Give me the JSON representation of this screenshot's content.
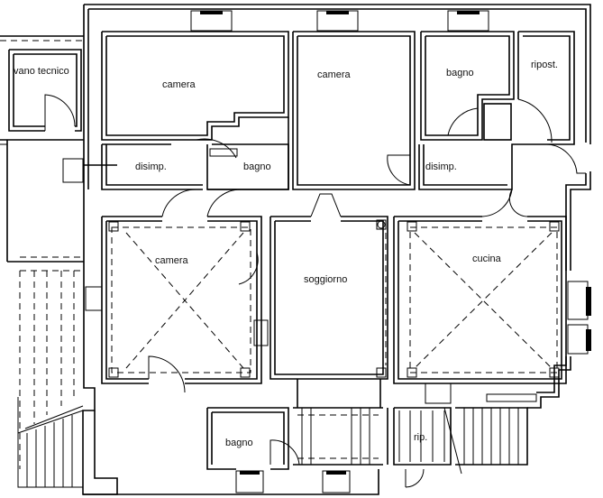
{
  "rooms": [
    {
      "id": "vano-tecnico",
      "label": "vano tecnico"
    },
    {
      "id": "camera-top-left",
      "label": "camera"
    },
    {
      "id": "camera-top-center",
      "label": "camera"
    },
    {
      "id": "bagno-top-right",
      "label": "bagno"
    },
    {
      "id": "ripostiglio",
      "label": "ripost."
    },
    {
      "id": "disimpegno-left",
      "label": "disimp."
    },
    {
      "id": "bagno-center",
      "label": "bagno"
    },
    {
      "id": "disimpegno-right",
      "label": "disimp."
    },
    {
      "id": "camera-middle",
      "label": "camera"
    },
    {
      "id": "soggiorno",
      "label": "soggiorno"
    },
    {
      "id": "cucina",
      "label": "cucina"
    },
    {
      "id": "bagno-bottom",
      "label": "bagno"
    },
    {
      "id": "ripostiglio-bottom",
      "label": "rip."
    }
  ],
  "colors": {
    "line": "#000000",
    "background": "#ffffff"
  }
}
